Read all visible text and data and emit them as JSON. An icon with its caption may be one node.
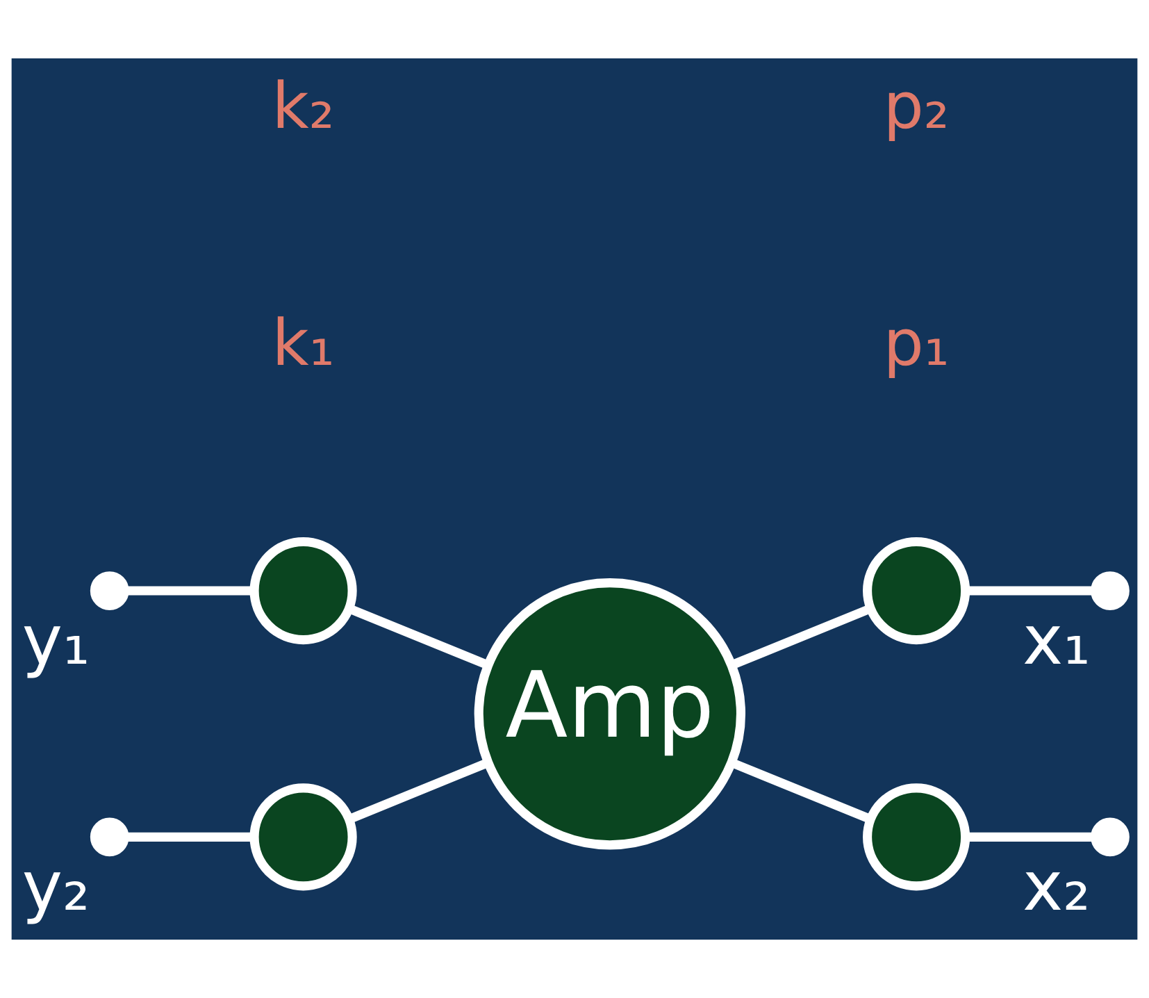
{
  "diagram": {
    "nodes": [
      {
        "text": [
          "Amp"
        ]
      },
      {
        "text": [],
        "shape": "circle"
      },
      {
        "text": [],
        "shape": "circle"
      },
      {
        "text": [],
        "shape": "circle"
      },
      {
        "text": [],
        "shape": "circle"
      },
      {
        "text": [],
        "shape": "circle",
        "beside": [
          "y₁"
        ]
      },
      {
        "text": [],
        "shape": "circle",
        "beside": [
          "x₁"
        ]
      },
      {
        "text": [],
        "shape": "circle",
        "beside": [
          "y₂"
        ]
      },
      {
        "text": [],
        "shape": "circle",
        "beside": [
          "x₂"
        ]
      }
    ],
    "edges": [
      {
        "from": 5,
        "to": 1,
        "arrow": "none"
      },
      {
        "from": 1,
        "to": 0,
        "arrow": "none"
      },
      {
        "from": 7,
        "to": 3,
        "arrow": "none"
      },
      {
        "from": 3,
        "to": 0,
        "arrow": "none"
      },
      {
        "from": 0,
        "to": 2,
        "arrow": "none"
      },
      {
        "from": 2,
        "to": 6,
        "arrow": "none"
      },
      {
        "from": 0,
        "to": 4,
        "arrow": "none"
      },
      {
        "from": 4,
        "to": 8,
        "arrow": "none"
      }
    ],
    "labels": [
      "k₁",
      "p₁",
      "k₂",
      "p₂"
    ]
  }
}
